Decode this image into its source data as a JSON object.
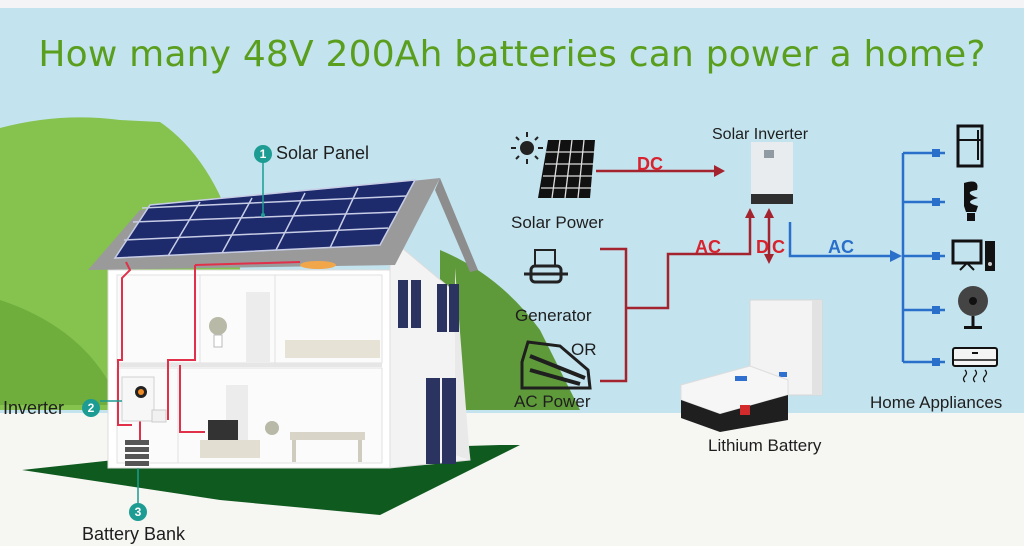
{
  "title": "How many 48V 200Ah batteries can power a home?",
  "house_diagram": {
    "callouts": [
      {
        "number": "1",
        "label": "Solar Panel"
      },
      {
        "number": "2",
        "label": "Inverter"
      },
      {
        "number": "3",
        "label": "Battery Bank"
      }
    ]
  },
  "flow_diagram": {
    "sources": {
      "solar": "Solar Power",
      "generator": "Generator",
      "or": "OR",
      "ac_power": "AC Power"
    },
    "inverter_label": "Solar Inverter",
    "battery_label": "Lithium Battery",
    "appliances_label": "Home Appliances",
    "appliance_icons": [
      "refrigerator-icon",
      "light-bulb-icon",
      "computer-icon",
      "fan-icon",
      "air-conditioner-icon"
    ],
    "connections": {
      "solar_to_inverter": "DC",
      "grid_to_inverter": "AC",
      "battery_to_inverter": "DC",
      "inverter_to_appliances": "AC"
    }
  },
  "colors": {
    "title": "#5a9e1e",
    "sky": "#c3e3ee",
    "dc_line": "#a3232f",
    "dc_text": "#d8232f",
    "ac_out_line": "#2a6fc9",
    "callout_badge": "#1c9c92",
    "lawn": "#0f5a1f",
    "hill": "#7fbf4a"
  }
}
